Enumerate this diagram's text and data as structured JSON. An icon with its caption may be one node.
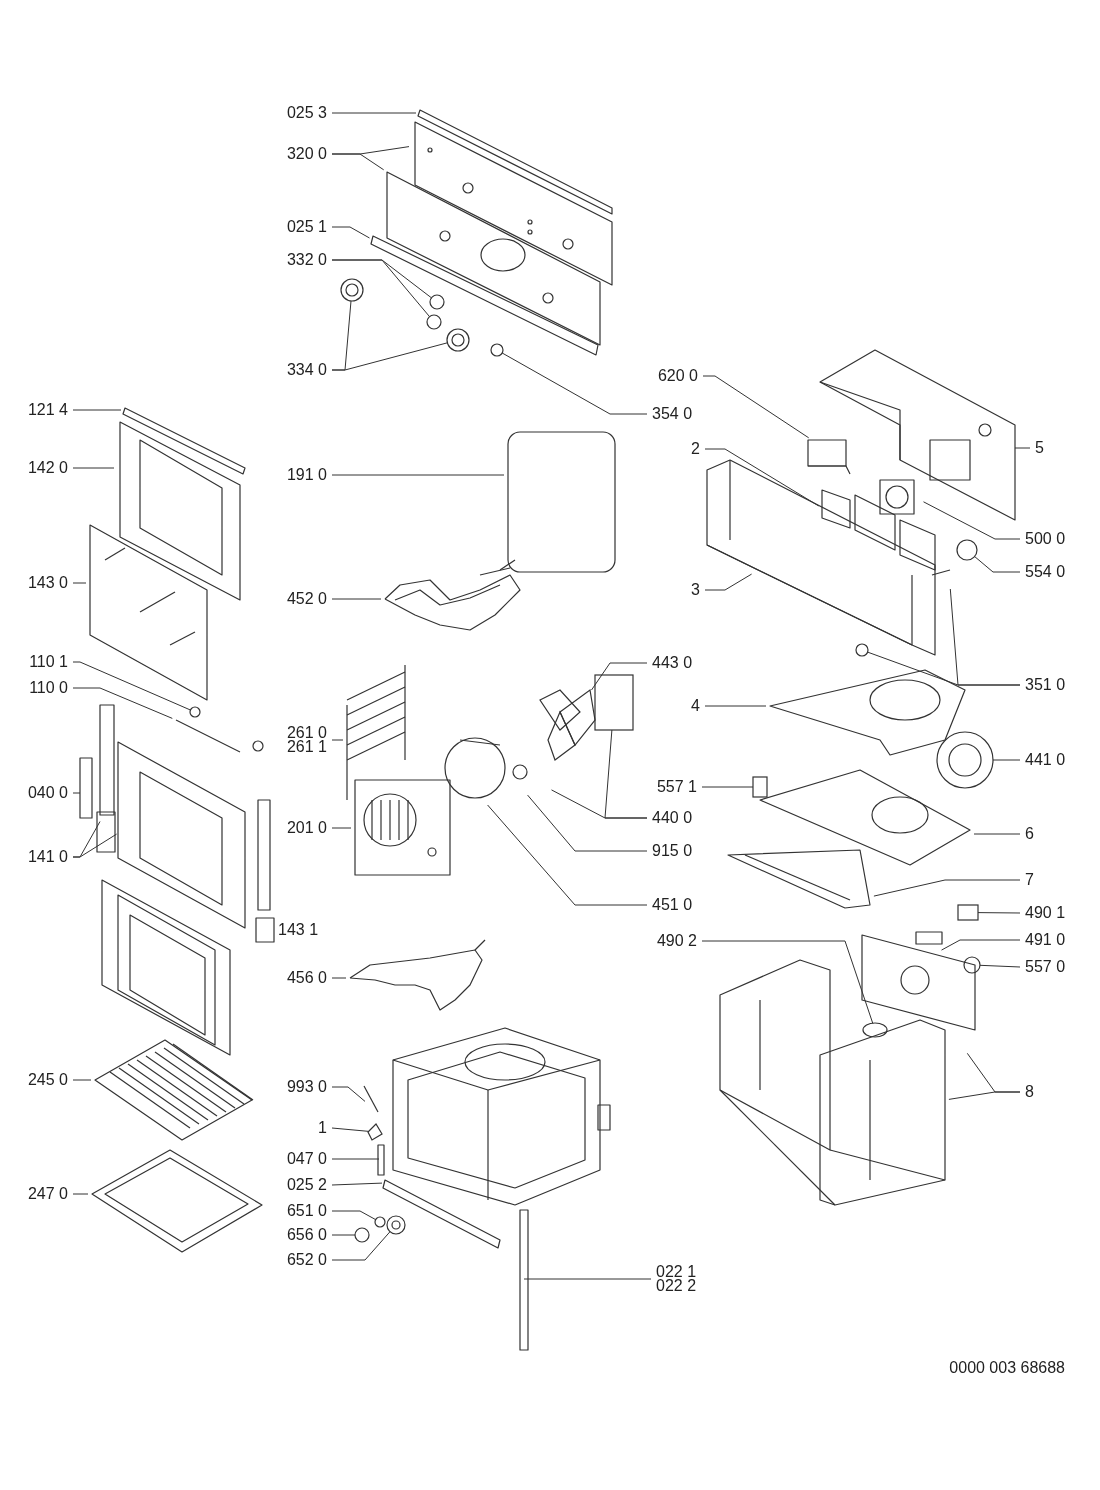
{
  "diagram": {
    "nodes": [
      {
        "text": [
          "025 3"
        ]
      },
      {
        "text": [
          "320 0"
        ]
      },
      {
        "text": [
          "025 1"
        ]
      },
      {
        "text": [
          "332 0"
        ]
      },
      {
        "text": [
          "334 0"
        ]
      },
      {
        "text": [
          "620 0"
        ]
      },
      {
        "text": [
          "121 4"
        ]
      },
      {
        "text": [
          "354 0"
        ]
      },
      {
        "text": [
          "5"
        ]
      },
      {
        "text": [
          "2"
        ]
      },
      {
        "text": [
          "142 0"
        ]
      },
      {
        "text": [
          "191 0"
        ]
      },
      {
        "text": [
          "500 0"
        ]
      },
      {
        "text": [
          "554 0"
        ]
      },
      {
        "text": [
          "143 0"
        ]
      },
      {
        "text": [
          "3"
        ]
      },
      {
        "text": [
          "452 0"
        ]
      },
      {
        "text": [
          "110 1"
        ]
      },
      {
        "text": [
          "443 0"
        ]
      },
      {
        "text": [
          "351 0"
        ]
      },
      {
        "text": [
          "110 0"
        ]
      },
      {
        "text": [
          "4"
        ]
      },
      {
        "text": [
          "261 0",
          "261 1"
        ]
      },
      {
        "text": [
          "441 0"
        ]
      },
      {
        "text": [
          "557 1"
        ]
      },
      {
        "text": [
          "040 0"
        ]
      },
      {
        "text": [
          "440 0"
        ]
      },
      {
        "text": [
          "201 0"
        ]
      },
      {
        "text": [
          "6"
        ]
      },
      {
        "text": [
          "915 0"
        ]
      },
      {
        "text": [
          "141 0"
        ]
      },
      {
        "text": [
          "7"
        ]
      },
      {
        "text": [
          "451 0"
        ]
      },
      {
        "text": [
          "490 1"
        ]
      },
      {
        "text": [
          "490 2"
        ]
      },
      {
        "text": [
          "491 0"
        ]
      },
      {
        "text": [
          "557 0"
        ]
      },
      {
        "text": [
          "456 0"
        ]
      },
      {
        "text": [
          "245 0"
        ]
      },
      {
        "text": [
          "993 0"
        ]
      },
      {
        "text": [
          "8"
        ]
      },
      {
        "text": [
          "1"
        ]
      },
      {
        "text": [
          "047 0"
        ]
      },
      {
        "text": [
          "025 2"
        ]
      },
      {
        "text": [
          "247 0"
        ]
      },
      {
        "text": [
          "651 0"
        ]
      },
      {
        "text": [
          "656 0"
        ]
      },
      {
        "text": [
          "652 0"
        ]
      },
      {
        "text": [
          "022 1",
          "022 2"
        ]
      },
      {
        "text": [],
        "shape": "circle"
      },
      {
        "text": [],
        "shape": "circle"
      },
      {
        "text": [],
        "shape": "circle"
      },
      {
        "text": [],
        "shape": "circle"
      },
      {
        "text": [],
        "shape": "circle"
      },
      {
        "text": [],
        "shape": "circle"
      },
      {
        "text": [],
        "shape": "circle"
      },
      {
        "text": [],
        "shape": "picture"
      },
      {
        "text": [],
        "shape": "circle"
      },
      {
        "text": [],
        "shape": "box"
      },
      {
        "text": [],
        "shape": "box"
      },
      {
        "text": [],
        "shape": "box"
      },
      {
        "text": [],
        "shape": "circle"
      },
      {
        "text": [],
        "shape": "circle"
      },
      {
        "text": [],
        "shape": "picture"
      },
      {
        "text": [],
        "shape": "circle"
      },
      {
        "text": [],
        "shape": "circle"
      },
      {
        "text": [],
        "shape": "circle"
      },
      {
        "text": [],
        "shape": "circle"
      }
    ],
    "edges": [
      {
        "from": 0,
        "to": null,
        "arrow": "none"
      },
      {
        "from": 1,
        "to": null,
        "arrow": "none"
      },
      {
        "from": 1,
        "to": null,
        "arrow": "none"
      },
      {
        "from": 2,
        "to": null,
        "arrow": "none"
      },
      {
        "from": 3,
        "to": 51,
        "arrow": "none"
      },
      {
        "from": 3,
        "to": 52,
        "arrow": "none"
      },
      {
        "from": 4,
        "to": 49,
        "arrow": "none"
      },
      {
        "from": 4,
        "to": 50,
        "arrow": "none"
      },
      {
        "from": 5,
        "to": null,
        "arrow": "none"
      },
      {
        "from": 6,
        "to": null,
        "arrow": "none"
      },
      {
        "from": 7,
        "to": 53,
        "arrow": "none"
      },
      {
        "from": 8,
        "to": null,
        "arrow": "none"
      },
      {
        "from": 9,
        "to": null,
        "arrow": "none"
      },
      {
        "from": 10,
        "to": null,
        "arrow": "none"
      },
      {
        "from": 11,
        "to": null,
        "arrow": "none"
      },
      {
        "from": 12,
        "to": null,
        "arrow": "none"
      },
      {
        "from": 13,
        "to": 54,
        "arrow": "none"
      },
      {
        "from": 14,
        "to": null,
        "arrow": "none"
      },
      {
        "from": 15,
        "to": null,
        "arrow": "none"
      },
      {
        "from": 16,
        "to": null,
        "arrow": "none"
      },
      {
        "from": 17,
        "to": 55,
        "arrow": "none"
      },
      {
        "from": 18,
        "to": 56,
        "arrow": "none"
      },
      {
        "from": 19,
        "to": 57,
        "arrow": "none"
      },
      {
        "from": 19,
        "to": null,
        "arrow": "none"
      },
      {
        "from": 20,
        "to": null,
        "arrow": "none"
      },
      {
        "from": 21,
        "to": null,
        "arrow": "none"
      },
      {
        "from": 22,
        "to": null,
        "arrow": "none"
      },
      {
        "from": 23,
        "to": 67,
        "arrow": "none"
      },
      {
        "from": 24,
        "to": 58,
        "arrow": "none"
      },
      {
        "from": 25,
        "to": null,
        "arrow": "none"
      },
      {
        "from": 26,
        "to": null,
        "arrow": "none"
      },
      {
        "from": 26,
        "to": 59,
        "arrow": "none"
      },
      {
        "from": 27,
        "to": null,
        "arrow": "none"
      },
      {
        "from": 28,
        "to": null,
        "arrow": "none"
      },
      {
        "from": 29,
        "to": null,
        "arrow": "none"
      },
      {
        "from": 30,
        "to": null,
        "arrow": "none"
      },
      {
        "from": 30,
        "to": null,
        "arrow": "none"
      },
      {
        "from": 31,
        "to": null,
        "arrow": "none"
      },
      {
        "from": 32,
        "to": null,
        "arrow": "none"
      },
      {
        "from": 33,
        "to": 60,
        "arrow": "none"
      },
      {
        "from": 34,
        "to": 61,
        "arrow": "none"
      },
      {
        "from": 35,
        "to": null,
        "arrow": "none"
      },
      {
        "from": 36,
        "to": 62,
        "arrow": "none"
      },
      {
        "from": 37,
        "to": null,
        "arrow": "none"
      },
      {
        "from": 38,
        "to": null,
        "arrow": "none"
      },
      {
        "from": 39,
        "to": null,
        "arrow": "none"
      },
      {
        "from": 40,
        "to": null,
        "arrow": "none"
      },
      {
        "from": 40,
        "to": null,
        "arrow": "none"
      },
      {
        "from": 41,
        "to": 63,
        "arrow": "none"
      },
      {
        "from": 42,
        "to": null,
        "arrow": "none"
      },
      {
        "from": 43,
        "to": null,
        "arrow": "none"
      },
      {
        "from": 44,
        "to": null,
        "arrow": "none"
      },
      {
        "from": 45,
        "to": 64,
        "arrow": "none"
      },
      {
        "from": 46,
        "to": 65,
        "arrow": "none"
      },
      {
        "from": 47,
        "to": 66,
        "arrow": "none"
      },
      {
        "from": 48,
        "to": null,
        "arrow": "none"
      }
    ],
    "labels": [
      "143 1",
      "0000 003 68688"
    ]
  }
}
